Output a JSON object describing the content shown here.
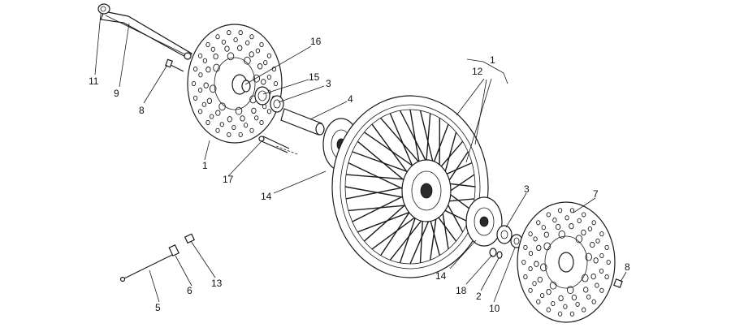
{
  "callouts": [
    {
      "id": "c1a",
      "label": "1"
    },
    {
      "id": "c1b",
      "label": "1"
    },
    {
      "id": "c2",
      "label": "2"
    },
    {
      "id": "c3a",
      "label": "3"
    },
    {
      "id": "c3b",
      "label": "3"
    },
    {
      "id": "c4",
      "label": "4"
    },
    {
      "id": "c5",
      "label": "5"
    },
    {
      "id": "c6",
      "label": "6"
    },
    {
      "id": "c7",
      "label": "7"
    },
    {
      "id": "c8a",
      "label": "8"
    },
    {
      "id": "c8b",
      "label": "8"
    },
    {
      "id": "c9",
      "label": "9"
    },
    {
      "id": "c10",
      "label": "10"
    },
    {
      "id": "c11",
      "label": "11"
    },
    {
      "id": "c12",
      "label": "12"
    },
    {
      "id": "c13",
      "label": "13"
    },
    {
      "id": "c14a",
      "label": "14"
    },
    {
      "id": "c14b",
      "label": "14"
    },
    {
      "id": "c15",
      "label": "15"
    },
    {
      "id": "c16",
      "label": "16"
    },
    {
      "id": "c17",
      "label": "17"
    },
    {
      "id": "c18",
      "label": "18"
    }
  ]
}
